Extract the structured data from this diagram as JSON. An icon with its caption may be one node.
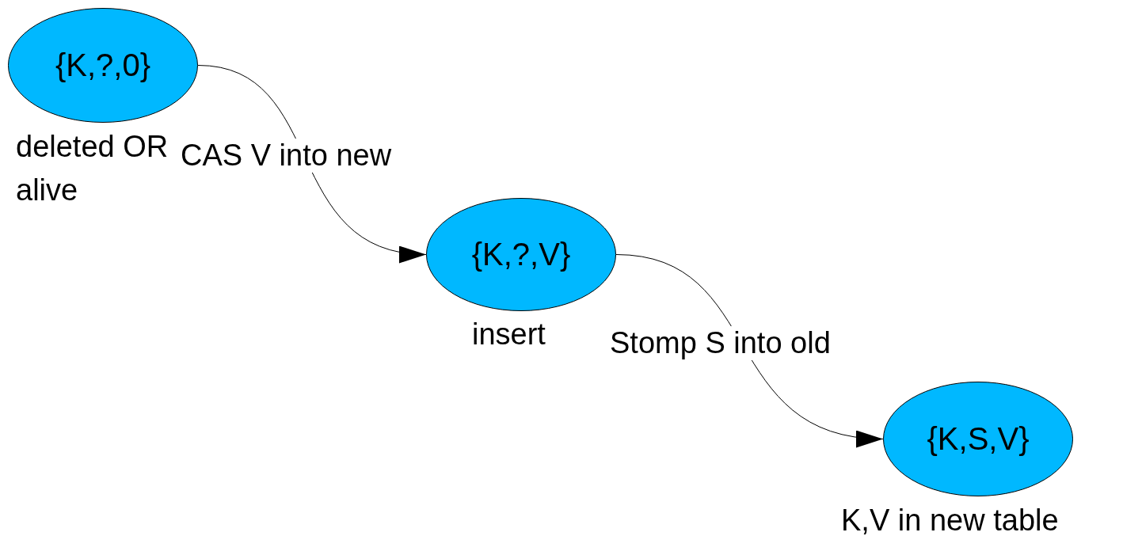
{
  "diagram": {
    "nodes": [
      {
        "text": [
          "{K,?,0}"
        ],
        "beside": [
          "deleted OR alive"
        ]
      },
      {
        "text": [
          "{K,?,V}"
        ],
        "beside": [
          "insert"
        ]
      },
      {
        "text": [
          "{K,S,V}"
        ],
        "beside": [
          "K,V in new table"
        ]
      }
    ],
    "edges": [
      {
        "from": 0,
        "to": 1,
        "arrow": "to",
        "label": "CAS V into new"
      },
      {
        "from": 1,
        "to": 2,
        "arrow": "to",
        "label": "Stomp S into old"
      }
    ]
  }
}
